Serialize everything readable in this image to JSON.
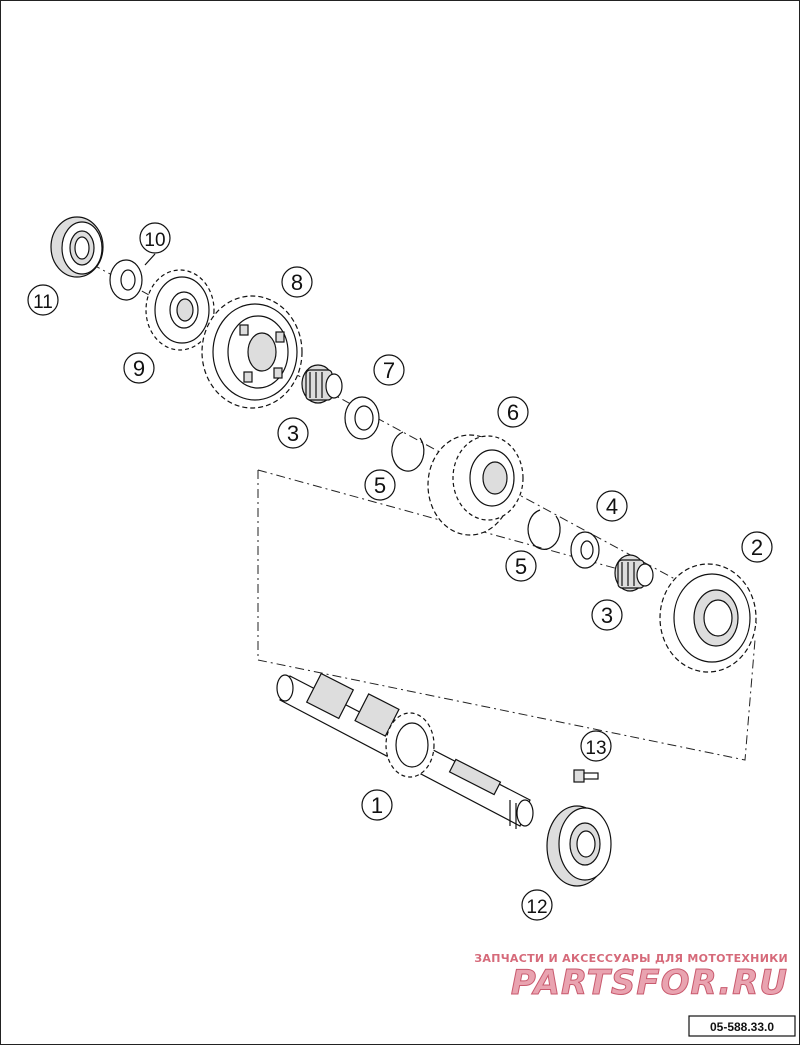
{
  "callouts": [
    {
      "id": "1",
      "label": "1"
    },
    {
      "id": "2",
      "label": "2"
    },
    {
      "id": "3a",
      "label": "3"
    },
    {
      "id": "3b",
      "label": "3"
    },
    {
      "id": "4",
      "label": "4"
    },
    {
      "id": "5a",
      "label": "5"
    },
    {
      "id": "5b",
      "label": "5"
    },
    {
      "id": "6",
      "label": "6"
    },
    {
      "id": "7",
      "label": "7"
    },
    {
      "id": "8",
      "label": "8"
    },
    {
      "id": "9",
      "label": "9"
    },
    {
      "id": "10",
      "label": "10"
    },
    {
      "id": "11",
      "label": "11"
    },
    {
      "id": "12",
      "label": "12"
    },
    {
      "id": "13",
      "label": "13"
    }
  ],
  "watermark": {
    "tagline": "ЗАПЧАСТИ И АКСЕССУАРЫ ДЛЯ МОТОТЕХНИКИ",
    "brand": "PARTSFOR.RU",
    "color": "#d66a7a"
  },
  "diagram_code": "05-588.33.0"
}
